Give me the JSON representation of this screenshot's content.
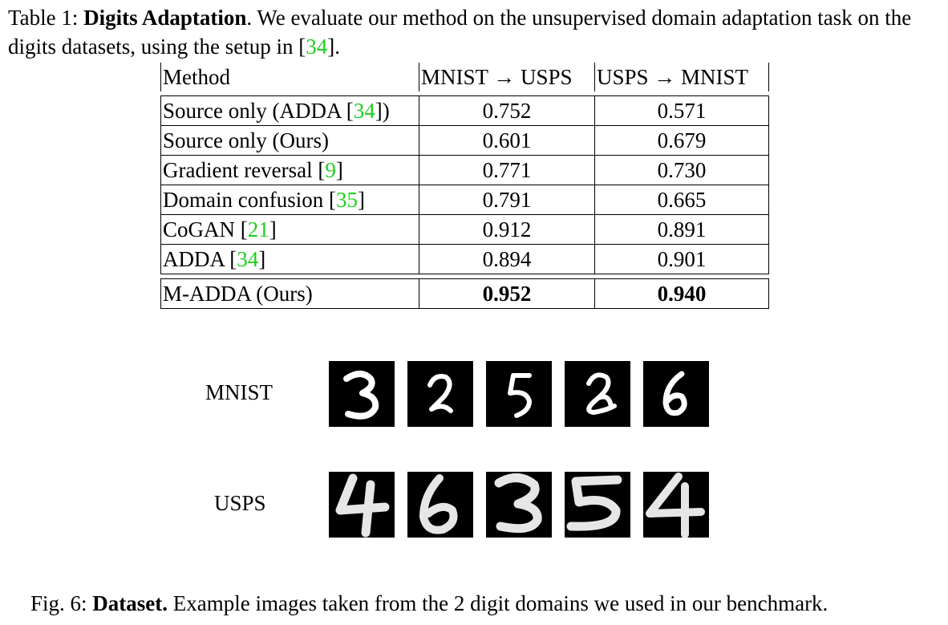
{
  "table_caption": {
    "label": "Table 1: ",
    "title": "Digits Adaptation",
    "text_1": ". We evaluate our method on the unsupervised domain adaptation task on the digits datasets, using the setup in [",
    "cite": "34",
    "text_2": "]."
  },
  "table": {
    "headers": [
      "Method",
      "MNIST → USPS",
      "USPS → MNIST"
    ],
    "rows": [
      {
        "method": "Source only (ADDA [",
        "cite": "34",
        "suffix": "])",
        "mnist_usps": "0.752",
        "usps_mnist": "0.571"
      },
      {
        "method": "Source only (Ours)",
        "cite": "",
        "suffix": "",
        "mnist_usps": "0.601",
        "usps_mnist": "0.679"
      },
      {
        "method": "Gradient reversal [",
        "cite": "9",
        "suffix": "]",
        "mnist_usps": "0.771",
        "usps_mnist": "0.730"
      },
      {
        "method": "Domain confusion [",
        "cite": "35",
        "suffix": "]",
        "mnist_usps": "0.791",
        "usps_mnist": "0.665"
      },
      {
        "method": "CoGAN [",
        "cite": "21",
        "suffix": "]",
        "mnist_usps": "0.912",
        "usps_mnist": "0.891"
      },
      {
        "method": "ADDA [",
        "cite": "34",
        "suffix": "]",
        "mnist_usps": "0.894",
        "usps_mnist": "0.901"
      }
    ],
    "best_row": {
      "method": "M-ADDA (Ours)",
      "mnist_usps": "0.952",
      "usps_mnist": "0.940"
    }
  },
  "figure": {
    "mnist_label": "MNIST",
    "usps_label": "USPS",
    "mnist_digits": [
      "3",
      "2",
      "5",
      "2",
      "6"
    ],
    "usps_digits": [
      "4",
      "6",
      "3",
      "5",
      "4"
    ]
  },
  "figure_caption": {
    "label": "Fig. 6: ",
    "title": "Dataset.",
    "text": " Example images taken from the 2 digit domains we used in our benchmark."
  },
  "colors": {
    "citation": "#1bd11b"
  }
}
